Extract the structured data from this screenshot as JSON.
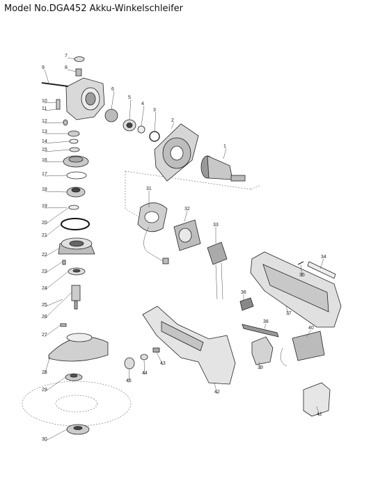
{
  "title": "Model No.DGA452 Akku-Winkelschleifer",
  "parts": [
    {
      "no": "1"
    },
    {
      "no": "2"
    },
    {
      "no": "3"
    },
    {
      "no": "4"
    },
    {
      "no": "5"
    },
    {
      "no": "6"
    },
    {
      "no": "7"
    },
    {
      "no": "8"
    },
    {
      "no": "9"
    },
    {
      "no": "10"
    },
    {
      "no": "11"
    },
    {
      "no": "12"
    },
    {
      "no": "13"
    },
    {
      "no": "14"
    },
    {
      "no": "15"
    },
    {
      "no": "16"
    },
    {
      "no": "17"
    },
    {
      "no": "18"
    },
    {
      "no": "19"
    },
    {
      "no": "20"
    },
    {
      "no": "21"
    },
    {
      "no": "22"
    },
    {
      "no": "23"
    },
    {
      "no": "24"
    },
    {
      "no": "25"
    },
    {
      "no": "26"
    },
    {
      "no": "27"
    },
    {
      "no": "28"
    },
    {
      "no": "29"
    },
    {
      "no": "30"
    },
    {
      "no": "31"
    },
    {
      "no": "32"
    },
    {
      "no": "33"
    },
    {
      "no": "34"
    },
    {
      "no": "35"
    },
    {
      "no": "36"
    },
    {
      "no": "37"
    },
    {
      "no": "38"
    },
    {
      "no": "39"
    },
    {
      "no": "40"
    },
    {
      "no": "41"
    },
    {
      "no": "42"
    },
    {
      "no": "43"
    },
    {
      "no": "44"
    },
    {
      "no": "45"
    }
  ]
}
